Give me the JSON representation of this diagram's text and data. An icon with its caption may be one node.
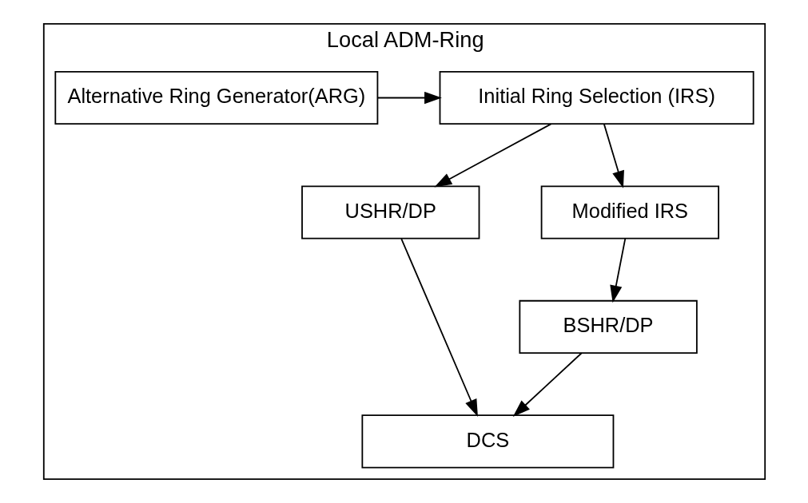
{
  "diagram": {
    "nodes": [
      {
        "text": [
          "Local ADM-Ring"
        ]
      },
      {
        "text": [
          "Alternative Ring Generator(ARG)"
        ],
        "in": 0
      },
      {
        "text": [
          "Initial Ring Selection (IRS)"
        ],
        "in": 0
      },
      {
        "text": [
          "Modified IRS"
        ],
        "in": 0
      },
      {
        "text": [
          "USHR/DP"
        ],
        "in": 0
      },
      {
        "text": [
          "BSHR/DP"
        ],
        "in": 0
      },
      {
        "text": [
          "DCS"
        ],
        "in": 0
      }
    ],
    "edges": [
      {
        "from": 1,
        "to": 2,
        "arrow": "to"
      },
      {
        "from": 2,
        "to": 4,
        "arrow": "to"
      },
      {
        "from": 2,
        "to": 3,
        "arrow": "to"
      },
      {
        "from": 3,
        "to": 5,
        "arrow": "to"
      },
      {
        "from": 4,
        "to": 6,
        "arrow": "to"
      },
      {
        "from": 5,
        "to": 6,
        "arrow": "to"
      }
    ]
  }
}
